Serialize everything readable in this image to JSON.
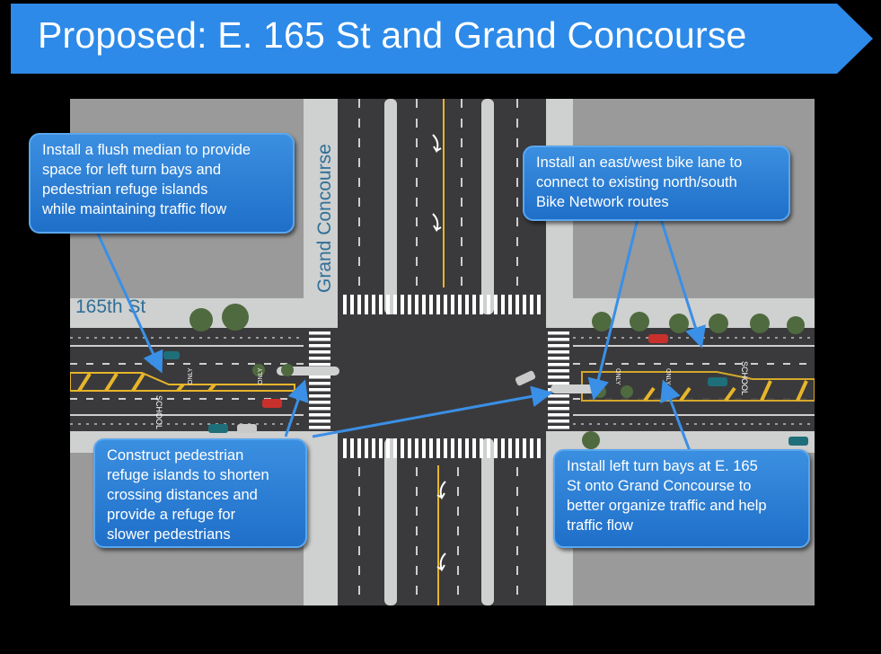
{
  "slide": {
    "title": "Proposed: E. 165 St and Grand Concourse"
  },
  "colors": {
    "title_blue": "#2d8ae8",
    "callout_blue": "#2b7fd8",
    "asphalt": "#3a3a3c",
    "sidewalk": "#cfd0d0",
    "block": "#9a9a9a",
    "bike_lane": "#4a4a4c",
    "median_yellow": "#e7b52a",
    "label_teal": "#2f6f97"
  },
  "labels": {
    "street_east_west": "165th St",
    "street_north_south": "Grand Concourse"
  },
  "callouts": {
    "flush_median": "Install a flush median to provide\nspace for left turn bays and\npedestrian refuge islands\nwhile maintaining traffic flow",
    "bike_lane": "Install an east/west bike lane to\nconnect to existing north/south\nBike Network routes",
    "refuge_islands": "Construct pedestrian\nrefuge islands to shorten\ncrossing distances and\nprovide a refuge for\nslower pedestrians",
    "left_turn_bays": "Install left turn bays at E. 165\nSt onto Grand Concourse to\nbetter organize traffic and help\ntraffic flow"
  },
  "pavement_markings": {
    "school": "SCHOOL",
    "only": "ONLY"
  }
}
